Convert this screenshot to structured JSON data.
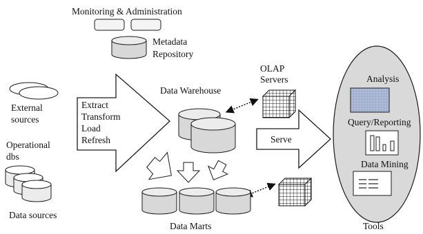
{
  "labels": {
    "monitoring": "Monitoring & Administration",
    "metadata_line1": "Metadata",
    "metadata_line2": "Repository",
    "olap_line1": "OLAP",
    "olap_line2": "Servers",
    "data_warehouse": "Data Warehouse",
    "external_line1": "External",
    "external_line2": "sources",
    "operational_line1": "Operational",
    "operational_line2": "dbs",
    "data_sources": "Data sources",
    "etl": [
      "Extract",
      "Transform",
      "Load",
      "Refresh"
    ],
    "serve": "Serve",
    "data_marts": "Data Marts",
    "tools": "Tools",
    "analysis": "Analysis",
    "query_reporting": "Query/Reporting",
    "data_mining": "Data Mining"
  },
  "colors": {
    "stroke": "#1a1a1a",
    "cylinder_fill": "#d8d8d8",
    "cylinder_top": "#ececec",
    "tools_ellipse": "#d9d9d9",
    "analysis_box": "#aebbd8"
  }
}
